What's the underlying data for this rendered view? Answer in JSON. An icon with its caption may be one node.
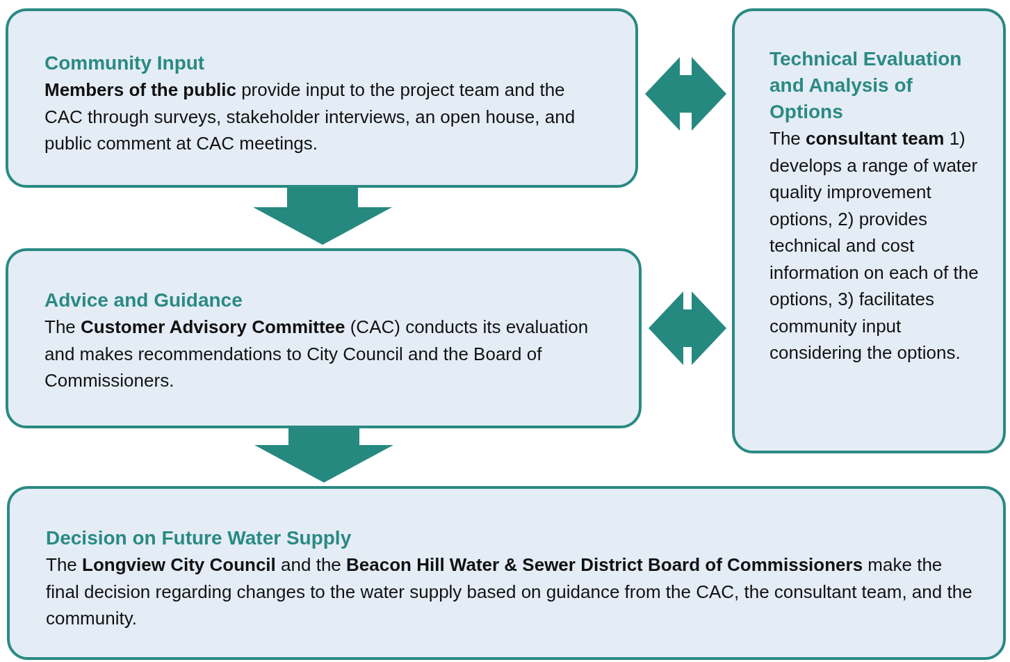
{
  "diagram": {
    "nodes": [
      {
        "text": [
          "Community Input",
          "**Members of the public** provide input to the project team and the CAC through surveys, stakeholder interviews, an open house, and public comment at CAC meetings."
        ]
      },
      {
        "text": [
          "Advice and Guidance",
          "The **Customer Advisory Committee** (CAC) conducts its evaluation and makes recommendations to City Council and the Board of Commissioners."
        ]
      },
      {
        "text": [
          "Technical Evaluation and Analysis of Options",
          "The **consultant team** 1) develops a range of water quality improvement options, 2) provides technical and cost information on each of the options, 3) facilitates community input considering the options."
        ]
      },
      {
        "text": [
          "Decision on Future Water Supply",
          "The **Longview City Council** and the **Beacon Hill Water & Sewer District Board of Commissioners** make the final decision regarding changes to the water supply based on guidance from the CAC, the consultant team, and the community."
        ]
      }
    ],
    "edges": [
      {
        "from": 0,
        "to": 1,
        "arrow": "to",
        "style": "thick"
      },
      {
        "from": 1,
        "to": 3,
        "arrow": "to",
        "style": "thick"
      },
      {
        "from": 0,
        "to": 2,
        "arrow": "both"
      },
      {
        "from": 1,
        "to": 2,
        "arrow": "both"
      }
    ]
  }
}
